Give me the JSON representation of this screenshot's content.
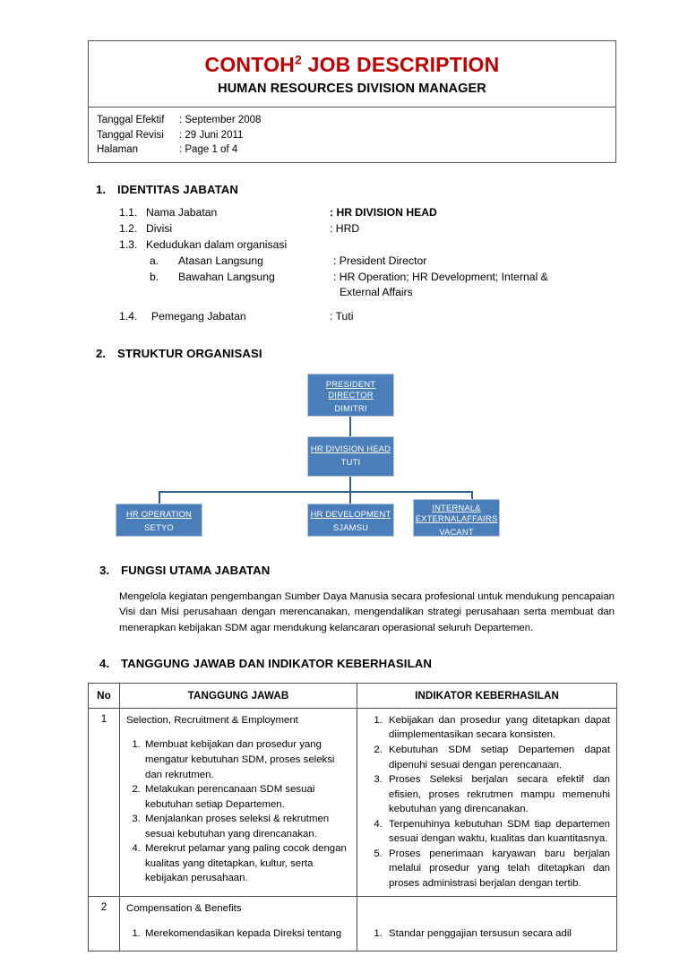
{
  "header": {
    "title_main": "CONTOH",
    "title_sup": "2",
    "title_rest": " JOB DESCRIPTION",
    "subtitle": "HUMAN RESOURCES DIVISION MANAGER",
    "meta": [
      {
        "label": "Tanggal Efektif",
        "value": ": September 2008"
      },
      {
        "label": "Tanggal Revisi",
        "value": ": 29 Juni 2011"
      },
      {
        "label": "Halaman",
        "value": ": Page 1 of 4"
      }
    ]
  },
  "sections": {
    "s1": {
      "num": "1.",
      "title": "IDENTITAS JABATAN"
    },
    "s2": {
      "num": "2.",
      "title": "STRUKTUR ORGANISASI"
    },
    "s3": {
      "num": "3.",
      "title": "FUNGSI UTAMA JABATAN"
    },
    "s4": {
      "num": "4.",
      "title": "TANGGUNG JAWAB DAN INDIKATOR KEBERHASILAN"
    }
  },
  "identity": {
    "r1": {
      "n": "1.1.",
      "label": "Nama Jabatan",
      "value": ": HR DIVISION HEAD"
    },
    "r2": {
      "n": "1.2.",
      "label": "Divisi",
      "value": ": HRD"
    },
    "r3": {
      "n": "1.3.",
      "label": "Kedudukan dalam organisasi",
      "value": ""
    },
    "r3a": {
      "n": "a.",
      "label": "Atasan Langsung",
      "value": ": President Director"
    },
    "r3b": {
      "n": "b.",
      "label": "Bawahan Langsung",
      "value": ": HR Operation; HR Development; Internal &",
      "cont": "External Affairs"
    },
    "r4": {
      "n": "1.4.",
      "label": "Pemegang Jabatan",
      "value": ": Tuti"
    }
  },
  "orgchart": {
    "accent_box": "#4a7ebb",
    "accent_line": "#2e5f96",
    "nodes": [
      {
        "title": "PRESIDENT DIRECTOR",
        "person": "DIMITRI"
      },
      {
        "title": "HR DIVISION HEAD",
        "person": "TUTI"
      },
      {
        "title": "HR OPERATION",
        "person": "SETYO"
      },
      {
        "title": "HR DEVELOPMENT",
        "person": "SJAMSU"
      },
      {
        "title": "INTERNAL& EXTERNALAFFAIRS",
        "person": "VACANT"
      }
    ]
  },
  "fungsi_utama": "Mengelola kegiatan pengembangan Sumber Daya Manusia secara profesional untuk mendukung pencapaian Visi dan Misi perusahaan dengan merencanakan, mengendalikan strategi perusahaan serta membuat dan menerapkan kebijakan SDM agar mendukung kelancaran operasional seluruh Departemen.",
  "table": {
    "headers": {
      "no": "No",
      "tanggung_jawab": "TANGGUNG JAWAB",
      "indikator": "INDIKATOR KEBERHASILAN"
    },
    "rows": [
      {
        "no": "1",
        "heading": "Selection, Recruitment & Employment",
        "tasks": [
          "Membuat kebijakan dan prosedur yang mengatur kebutuhan SDM, proses seleksi dan rekrutmen.",
          "Melakukan perencanaan SDM sesuai kebutuhan setiap Departemen.",
          "Menjalankan proses seleksi & rekrutmen sesuai kebutuhan yang direncanakan.",
          "Merekrut pelamar yang paling cocok dengan kualitas yang ditetapkan, kultur, serta kebijakan perusahaan."
        ],
        "indicators": [
          "Kebijakan dan prosedur yang ditetapkan dapat diimplementasikan secara konsisten.",
          "Kebutuhan SDM setiap Departemen dapat dipenuhi sesuai dengan perencanaan.",
          "Proses Seleksi berjalan secara efektif dan efisien, proses rekrutmen mampu memenuhi kebutuhan yang direncanakan.",
          "Terpenuhinya kebutuhan SDM tiap departemen sesuai dengan waktu, kualitas dan kuantitasnya.",
          "Proses penerimaan karyawan baru berjalan melalui prosedur yang telah ditetapkan dan proses administrasi berjalan dengan tertib."
        ]
      },
      {
        "no": "2",
        "heading": "Compensation & Benefits",
        "tasks": [
          "Merekomendasikan kepada Direksi tentang"
        ],
        "indicators": [
          "Standar penggajian tersusun secara adil"
        ]
      }
    ]
  }
}
